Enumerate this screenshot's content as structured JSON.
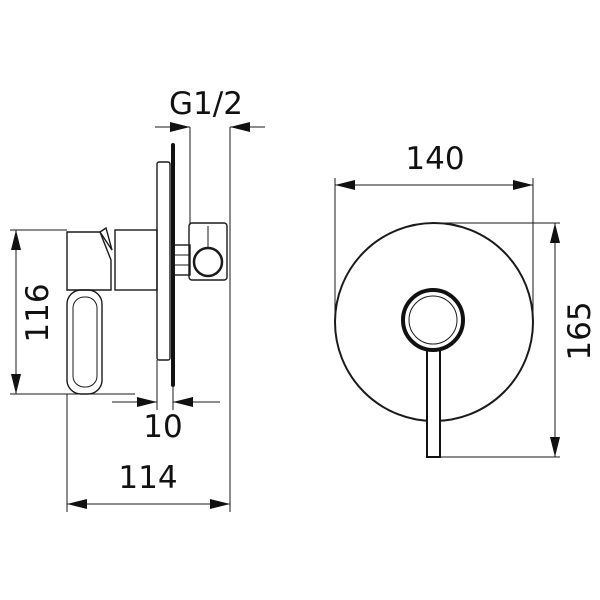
{
  "drawing": {
    "side_view": {
      "dimensions": {
        "thread": "G1/2",
        "height": "116",
        "plate_gap": "10",
        "depth": "114"
      }
    },
    "front_view": {
      "dimensions": {
        "width": "140",
        "height": "165"
      }
    },
    "line_color": "#111111",
    "background": "#ffffff"
  }
}
